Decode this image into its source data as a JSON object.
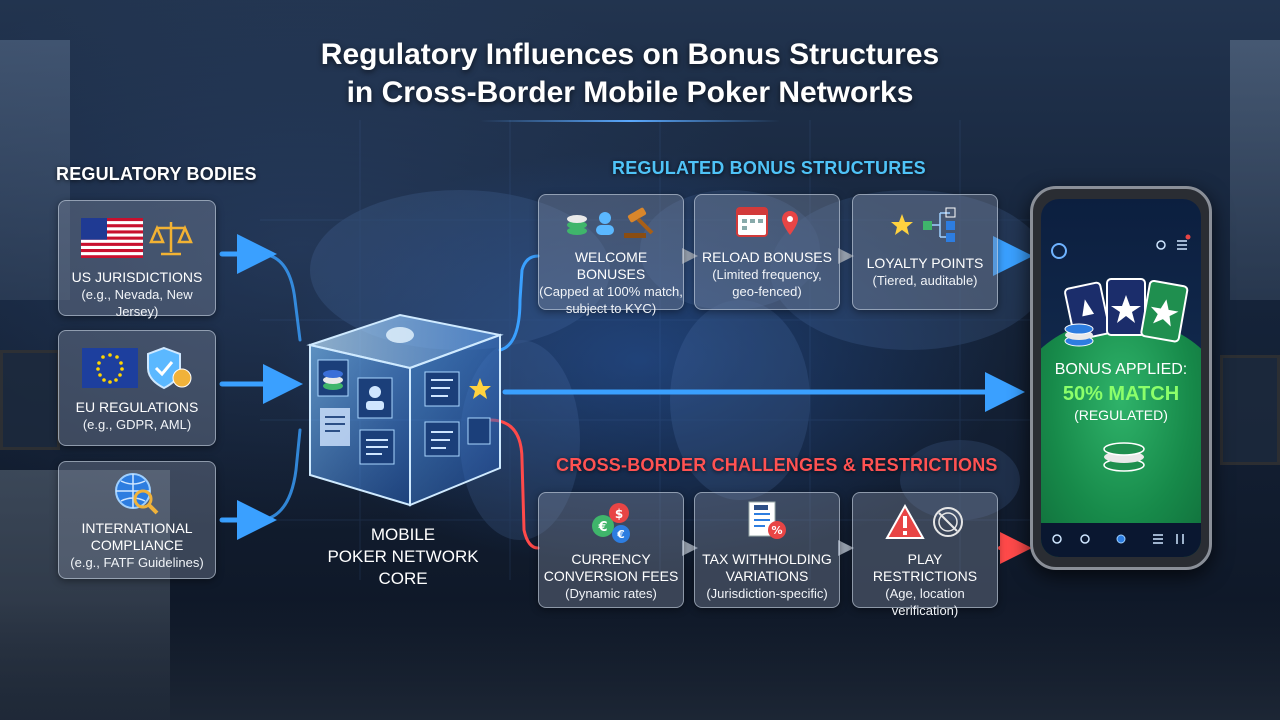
{
  "title": {
    "line1": "Regulatory Influences on Bonus Structures",
    "line2": "in Cross-Border Mobile Poker Networks"
  },
  "sections": {
    "regulatory_bodies": "REGULATORY BODIES",
    "regulated_bonus": "REGULATED BONUS STRUCTURES",
    "challenges": "CROSS-BORDER CHALLENGES & RESTRICTIONS"
  },
  "colors": {
    "regulated_heading": "#4fc3f7",
    "challenges_heading": "#ff5252",
    "blue_arrow": "#3aa0ff",
    "red_arrow": "#ff4a4a",
    "match_green": "#8cff6a"
  },
  "regulators": [
    {
      "title": "US JURISDICTIONS",
      "subtitle": "(e.g., Nevada, New Jersey)",
      "icons": [
        "us-flag-icon",
        "scales-icon"
      ]
    },
    {
      "title": "EU REGULATIONS",
      "subtitle": "(e.g., GDPR, AML)",
      "icons": [
        "eu-flag-icon",
        "shield-icon"
      ]
    },
    {
      "title": "INTERNATIONAL COMPLIANCE",
      "subtitle": "(e.g., FATF Guidelines)",
      "icons": [
        "globe-magnifier-icon"
      ]
    }
  ],
  "core": {
    "label_line1": "MOBILE",
    "label_line2": "POKER NETWORK",
    "label_line3": "CORE"
  },
  "bonuses": [
    {
      "title": "WELCOME BONUSES",
      "line1": "(Capped at 100% match,",
      "line2": "subject to KYC)",
      "icons": [
        "chips-icon",
        "user-icon",
        "gavel-icon"
      ]
    },
    {
      "title": "RELOAD BONUSES",
      "line1": "(Limited frequency,",
      "line2": "geo-fenced)",
      "icons": [
        "calendar-icon",
        "location-pin-icon"
      ]
    },
    {
      "title": "LOYALTY POINTS",
      "line1": "(Tiered, auditable)",
      "line2": "",
      "icons": [
        "star-icon",
        "network-icon"
      ]
    }
  ],
  "challenges": [
    {
      "title": "CURRENCY",
      "title2": "CONVERSION FEES",
      "subtitle": "(Dynamic rates)",
      "icons": [
        "currency-exchange-icon"
      ]
    },
    {
      "title": "TAX WITHHOLDING",
      "title2": "VARIATIONS",
      "subtitle": "(Jurisdiction-specific)",
      "icons": [
        "tax-document-icon"
      ]
    },
    {
      "title": "PLAY",
      "title2": "RESTRICTIONS",
      "subtitle": "(Age, location verification)",
      "icons": [
        "warning-icon",
        "no-entry-icon"
      ]
    }
  ],
  "phone": {
    "bonus_line1": "BONUS APPLIED:",
    "bonus_line2": "50% MATCH",
    "bonus_line3": "(REGULATED)"
  }
}
